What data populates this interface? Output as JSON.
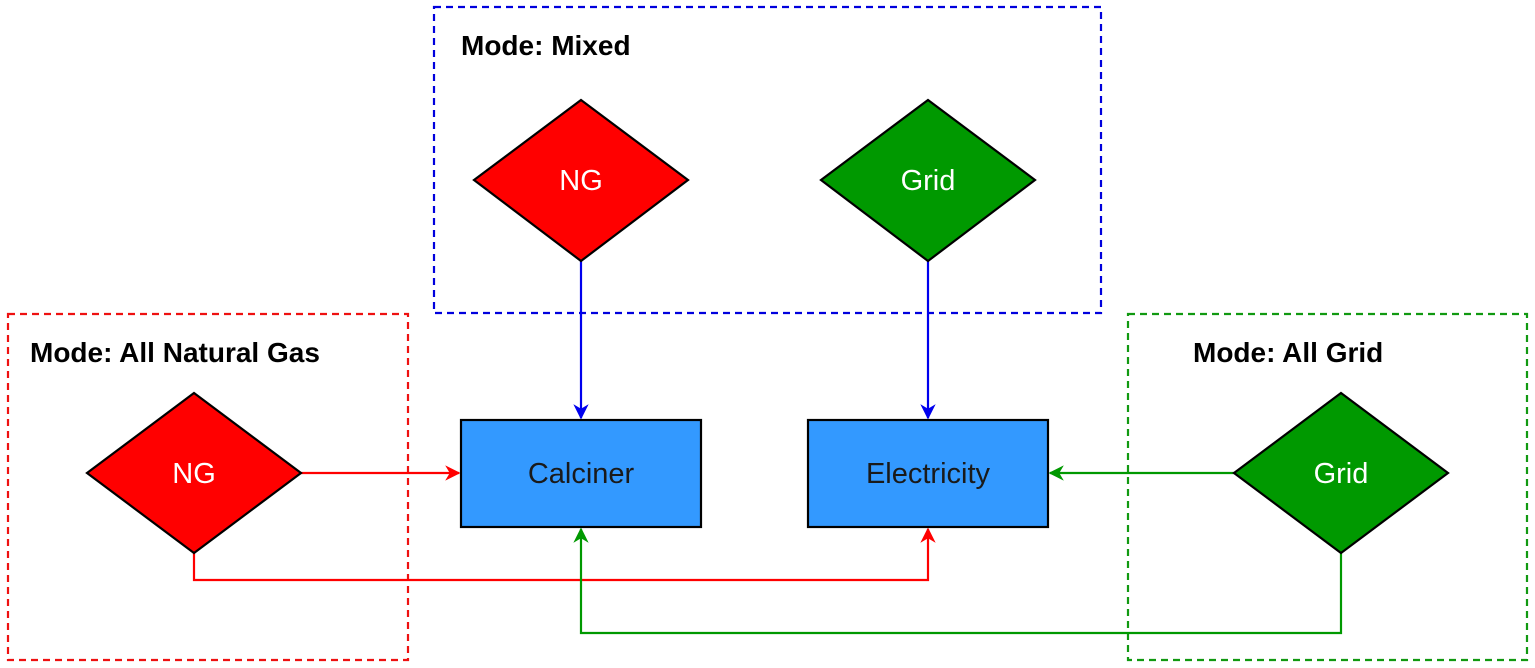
{
  "groups": {
    "mixed": {
      "title": "Mode: Mixed",
      "color": "#0000dd"
    },
    "all_natural_gas": {
      "title": "Mode: All Natural Gas",
      "color": "#ee1111"
    },
    "all_grid": {
      "title": "Mode: All Grid",
      "color": "#119911"
    }
  },
  "nodes": {
    "mixed_ng": {
      "label": "NG",
      "fill": "#ff0000"
    },
    "mixed_grid": {
      "label": "Grid",
      "fill": "#009900"
    },
    "ang_ng": {
      "label": "NG",
      "fill": "#ff0000"
    },
    "ag_grid": {
      "label": "Grid",
      "fill": "#009900"
    },
    "calciner": {
      "label": "Calciner",
      "fill": "#3399ff"
    },
    "electricity": {
      "label": "Electricity",
      "fill": "#3399ff"
    }
  },
  "edges": [
    {
      "from": "Mixed NG",
      "to": "Calciner",
      "color": "#0000ee"
    },
    {
      "from": "Mixed Grid",
      "to": "Electricity",
      "color": "#0000ee"
    },
    {
      "from": "All Natural Gas NG",
      "to": "Calciner",
      "color": "#ff0000"
    },
    {
      "from": "All Natural Gas NG",
      "to": "Electricity",
      "color": "#ff0000"
    },
    {
      "from": "All Grid Grid",
      "to": "Electricity",
      "color": "#009900"
    },
    {
      "from": "All Grid Grid",
      "to": "Calciner",
      "color": "#009900"
    }
  ]
}
